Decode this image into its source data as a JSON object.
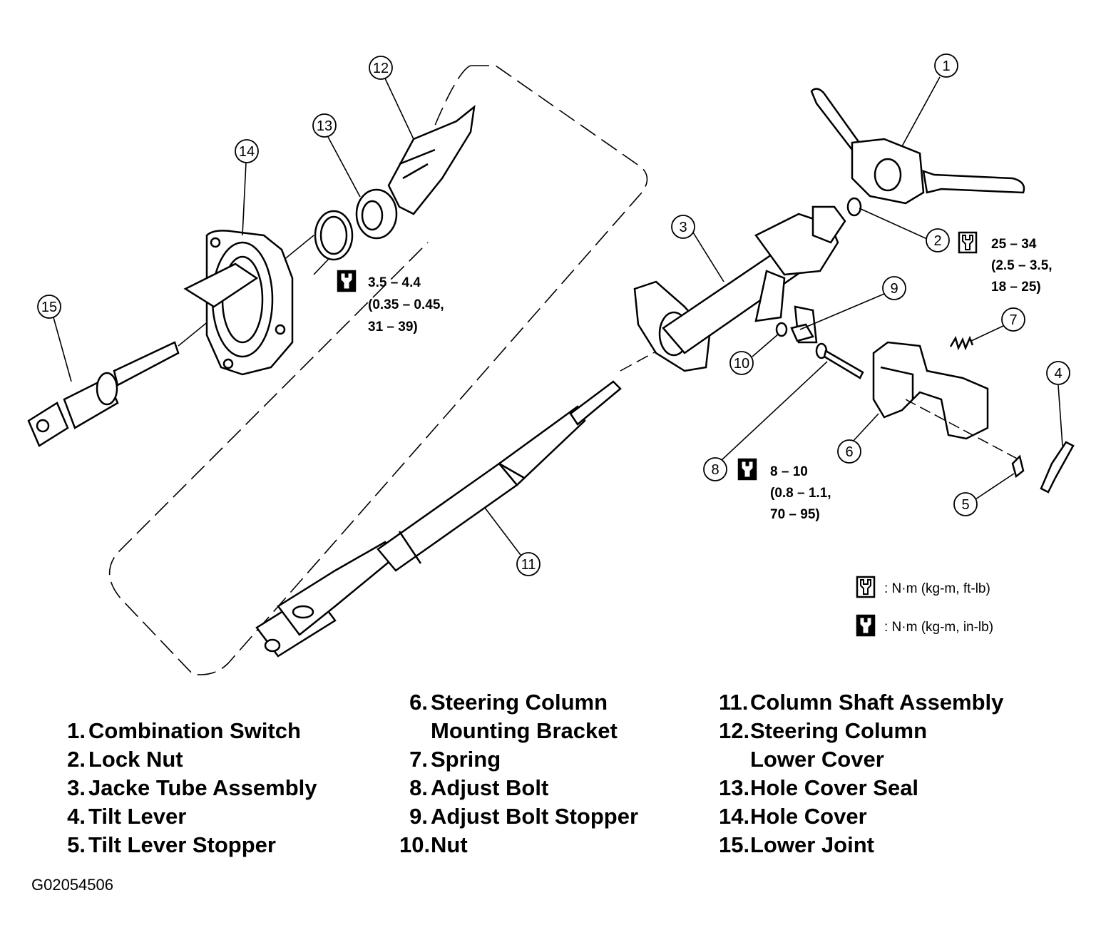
{
  "callouts": {
    "c1": "1",
    "c2": "2",
    "c3": "3",
    "c4": "4",
    "c5": "5",
    "c6": "6",
    "c7": "7",
    "c8": "8",
    "c9": "9",
    "c10": "10",
    "c11": "11",
    "c12": "12",
    "c13": "13",
    "c14": "14",
    "c15": "15"
  },
  "torque_specs": {
    "hole_cover": [
      "3.5 – 4.4",
      "(0.35 – 0.45,",
      "31 – 39)"
    ],
    "lock_nut": [
      "25 – 34",
      "(2.5 – 3.5,",
      "18 – 25)"
    ],
    "adjust_bolt": [
      "8 – 10",
      "(0.8 – 1.1,",
      "70 – 95)"
    ]
  },
  "torque_legend": {
    "open_wrench": ": N·m (kg-m, ft-lb)",
    "filled_wrench": ": N·m (kg-m, in-lb)"
  },
  "parts": {
    "col1": [
      {
        "num": "1.",
        "name": "Combination Switch"
      },
      {
        "num": "2.",
        "name": "Lock Nut"
      },
      {
        "num": "3.",
        "name": "Jacke  Tube Assembly"
      },
      {
        "num": "4.",
        "name": "Tilt Lever"
      },
      {
        "num": "5.",
        "name": "Tilt Lever Stopper"
      }
    ],
    "col2": [
      {
        "num": "6.",
        "name": "Steering Column",
        "name2": "Mounting Bracket"
      },
      {
        "num": "7.",
        "name": "Spring"
      },
      {
        "num": "8.",
        "name": "Adjust Bolt"
      },
      {
        "num": "9.",
        "name": "Adjust Bolt Stopper"
      },
      {
        "num": "10.",
        "name": "Nut"
      }
    ],
    "col3": [
      {
        "num": "11.",
        "name": "Column Shaft  Assembly"
      },
      {
        "num": "12.",
        "name": "Steering Column",
        "name2": "Lower Cover"
      },
      {
        "num": "13.",
        "name": "Hole Cover Seal"
      },
      {
        "num": "14.",
        "name": "Hole Cover"
      },
      {
        "num": "15.",
        "name": "Lower Joint"
      }
    ]
  },
  "figure_code": "G02054506"
}
